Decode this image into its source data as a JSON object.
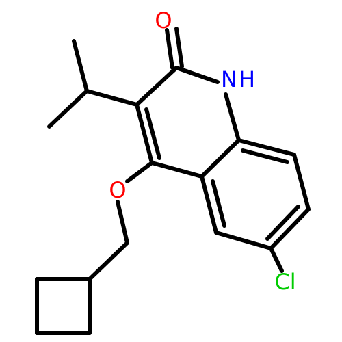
{
  "molecule": {
    "atoms": {
      "oxygen_carbonyl": {
        "symbol": "O",
        "color": "#ff0000"
      },
      "nitrogen": {
        "symbol": "N",
        "color": "#0000ff"
      },
      "hydrogen_on_n": {
        "symbol": "H",
        "color": "#0000ff"
      },
      "oxygen_ether": {
        "symbol": "O",
        "color": "#ff0000"
      },
      "chlorine": {
        "symbol": "Cl",
        "color": "#00cc00"
      }
    },
    "bond_color": "#000000"
  }
}
